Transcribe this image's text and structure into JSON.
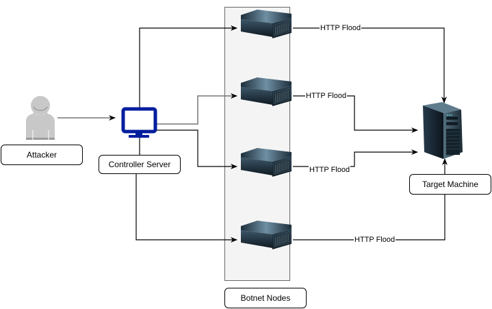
{
  "diagram": {
    "title": "Botnet DDoS Attack Flow",
    "nodes": {
      "attacker": {
        "label": "Attacker",
        "icon": "user-icon"
      },
      "controller": {
        "label": "Controller Server",
        "icon": "monitor-icon",
        "color": "#001d9e"
      },
      "botnet_group": {
        "label": "Botnet Nodes",
        "fill": "#f4f4f4",
        "border": "#666666"
      },
      "bots": [
        {
          "id": "bot-1",
          "icon": "rack-server-icon"
        },
        {
          "id": "bot-2",
          "icon": "rack-server-icon"
        },
        {
          "id": "bot-3",
          "icon": "rack-server-icon"
        },
        {
          "id": "bot-4",
          "icon": "rack-server-icon"
        }
      ],
      "target": {
        "label": "Target Machine",
        "icon": "tower-server-icon"
      }
    },
    "edges": [
      {
        "from": "attacker",
        "to": "controller",
        "label": ""
      },
      {
        "from": "controller",
        "to": "bot-1",
        "label": ""
      },
      {
        "from": "controller",
        "to": "bot-2",
        "label": ""
      },
      {
        "from": "controller",
        "to": "bot-3",
        "label": ""
      },
      {
        "from": "controller",
        "to": "bot-4",
        "label": ""
      },
      {
        "from": "bot-1",
        "to": "target",
        "label": "HTTP Flood"
      },
      {
        "from": "bot-2",
        "to": "target",
        "label": "HTTP Flood"
      },
      {
        "from": "bot-3",
        "to": "target",
        "label": "HTTP Flood"
      },
      {
        "from": "bot-4",
        "to": "target",
        "label": "HTTP Flood"
      }
    ]
  }
}
